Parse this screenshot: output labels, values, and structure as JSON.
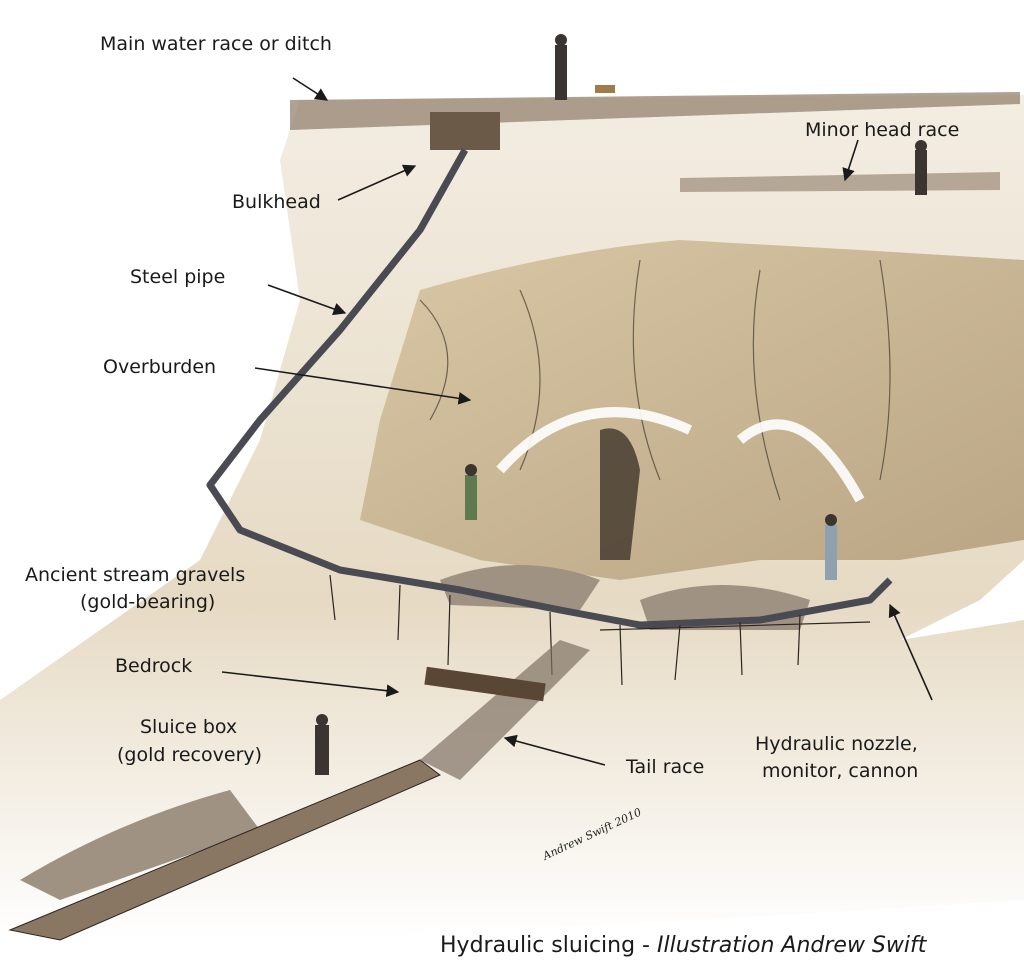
{
  "labels": {
    "main_race": "Main water race or ditch",
    "minor_race": "Minor head race",
    "bulkhead": "Bulkhead",
    "steel_pipe": "Steel pipe",
    "overburden": "Overburden",
    "gravels_1": "Ancient stream gravels",
    "gravels_2": "(gold-bearing)",
    "bedrock": "Bedrock",
    "sluice_1": "Sluice box",
    "sluice_2": "(gold recovery)",
    "tail_race": "Tail race",
    "nozzle_1": "Hydraulic nozzle,",
    "nozzle_2": "monitor, cannon"
  },
  "signature": "Andrew Swift 2010",
  "caption": {
    "title": "Hydraulic sluicing",
    "separator": " - ",
    "credit": "Illustration Andrew Swift"
  },
  "colors": {
    "sand": "#e9dcc3",
    "shadow": "#cdbba0",
    "ink": "#2a2520",
    "pipe": "#4a4a52"
  }
}
